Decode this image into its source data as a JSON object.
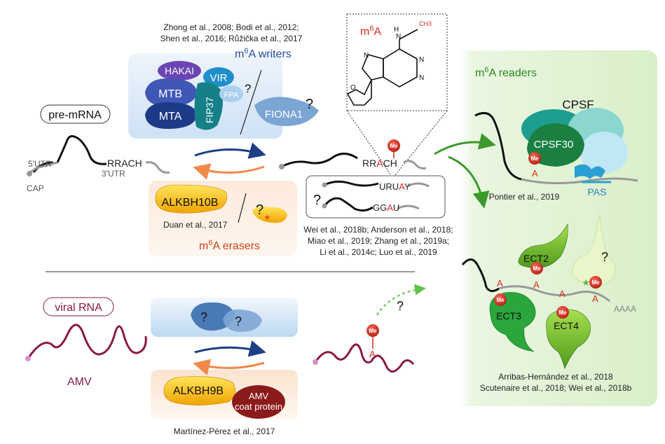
{
  "colors": {
    "writer_band": "#d7e6f7",
    "eraser_band": "#fbe3cf",
    "reader_band": "#e6f4dc",
    "dark_blue_arrow": "#1c3f86",
    "orange_arrow": "#f08a4b",
    "green_arrow": "#3c9a2c",
    "me_red": "#d62b1e",
    "viral_rna": "#8b1a3f",
    "writer_blue": "#3e5fb2",
    "erasers_red": "#d64018"
  },
  "icons": {
    "methyl_badge": "red-circle-me-icon",
    "question": "question-mark-icon"
  },
  "writers": {
    "heading": "m6A writers",
    "heading_prefix": "m",
    "heading_sup": "6",
    "heading_suffix": "A writers",
    "refs_line1": "Zhong et al., 2008; Bodi et al., 2012;",
    "refs_line2": "Shen et al., 2016; Růžička et al., 2017",
    "proteins": [
      "HAKAI",
      "MTB",
      "MTA",
      "VIR",
      "FIP37",
      "FPA",
      "FIONA1"
    ],
    "unknown": "?"
  },
  "nucleoside": {
    "label_prefix": "m",
    "label_sup": "6",
    "label_suffix": "A",
    "methyl": "CH3",
    "atoms": [
      "N",
      "N",
      "N",
      "N",
      "H",
      "O"
    ]
  },
  "premrna": {
    "label": "pre-mRNA",
    "five_utr": "5'UTR",
    "three_utr": "3'UTR",
    "cap": "CAP",
    "motif": "RRACH",
    "motif_methylated": [
      "RR",
      "A",
      "CH"
    ],
    "methyl_badge": "Me"
  },
  "other_motifs": {
    "unknown": "?",
    "motif1": [
      "URU",
      "A",
      "Y"
    ],
    "motif2": [
      "GG",
      "A",
      "U"
    ],
    "refs_line1": "Wei et al., 2018b; Anderson et al., 2018;",
    "refs_line2": "Miao et al., 2019; Zhang et al., 2019a;",
    "refs_line3": "Li et al., 2014c; Luo et al., 2019"
  },
  "erasers": {
    "heading_prefix": "m",
    "heading_sup": "6",
    "heading_suffix": "A erasers",
    "protein": "ALKBH10B",
    "unknown": "?",
    "asterisk": "*",
    "ref": "Duan et al., 2017"
  },
  "readers": {
    "heading_prefix": "m",
    "heading_sup": "6",
    "heading_suffix": "A readers",
    "cpsf": "CPSF",
    "cpsf30": "CPSF30",
    "pas": "PAS",
    "ref_cpsf": "Pontier et al., 2019",
    "ect2": "ECT2",
    "ect3": "ECT3",
    "ect4": "ECT4",
    "unknown": "?",
    "asterisk": "*",
    "polya": "AAAA",
    "a": "A",
    "me": "Me",
    "refs_line1": "Arribas-Hernández et al., 2018",
    "refs_line2": "Scutenaire et al., 2018;  Wei et al., 2018b"
  },
  "viral": {
    "label": "viral RNA",
    "amv": "AMV",
    "writer_unknown1": "?",
    "writer_unknown2": "?",
    "eraser": "ALKBH9B",
    "coat_line1": "AMV",
    "coat_line2": "coat protein",
    "ref": "Martínez-Pérez et al., 2017",
    "a": "A",
    "me": "Me",
    "fate_unknown": "?"
  }
}
